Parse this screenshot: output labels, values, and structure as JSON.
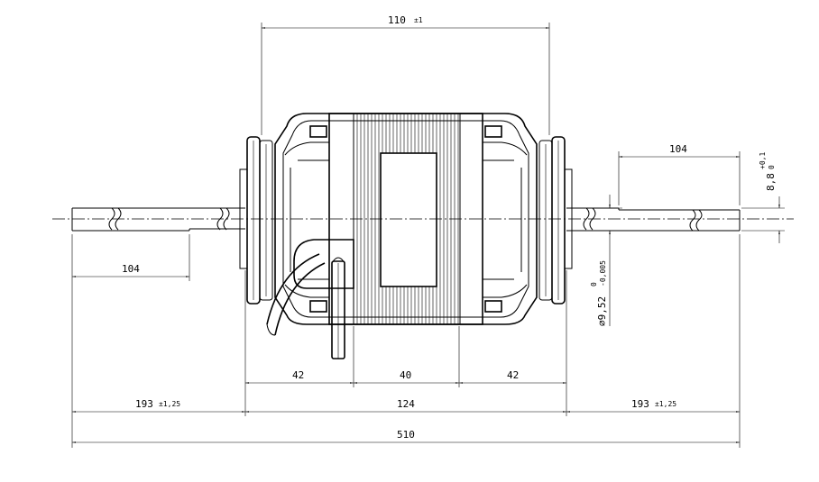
{
  "dimensions": {
    "body_width": "110",
    "body_width_tol": "±1",
    "shaft_right_flat": "104",
    "shaft_left_flat": "104",
    "flat_height": "8,8",
    "flat_height_tol_upper": "+0,1",
    "flat_height_tol_lower": "0",
    "shaft_diameter": "⌀9,52",
    "shaft_diameter_tol_upper": "0",
    "shaft_diameter_tol_lower": "-0,005",
    "seg_left": "42",
    "seg_mid": "40",
    "seg_right": "42",
    "shaft_left": "193",
    "shaft_left_tol": "±1,25",
    "body_total": "124",
    "shaft_right": "193",
    "shaft_right_tol": "±1,25",
    "overall": "510"
  }
}
